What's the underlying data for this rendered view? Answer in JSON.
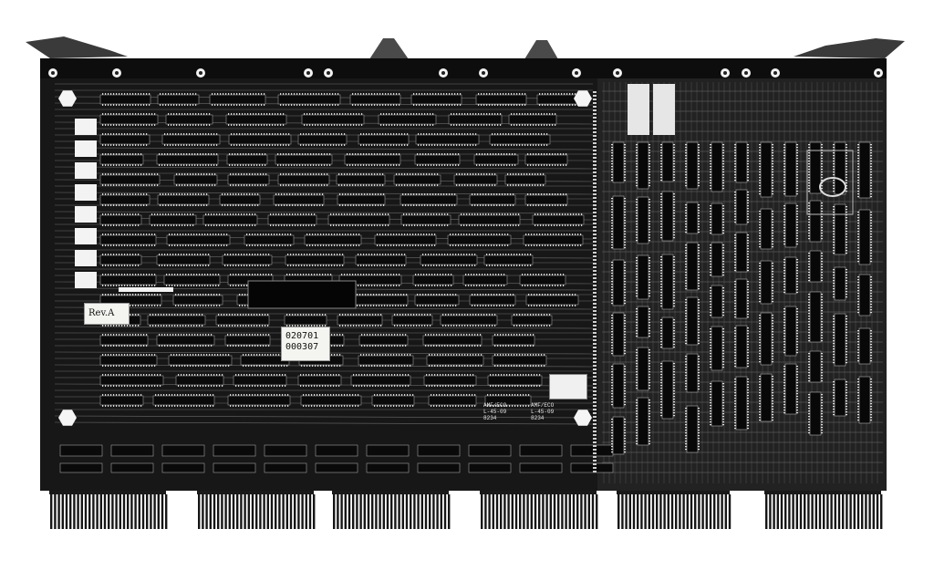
{
  "photo": {
    "subject": "printed-circuit-board",
    "colors": {
      "board": "#161616",
      "trace": "#cfcfcf",
      "chip": "#0c0c0c",
      "pin": "#d8d8d8",
      "paper": "#ffffff"
    }
  },
  "labels": {
    "revision": "Rev.A",
    "serial_line1": "020701",
    "serial_line2": "000307",
    "ecn_left": "AMF/ECO\nL-45-09\n8234",
    "ecn_right": "AMF/ECO\nL-45-09\n8234"
  }
}
